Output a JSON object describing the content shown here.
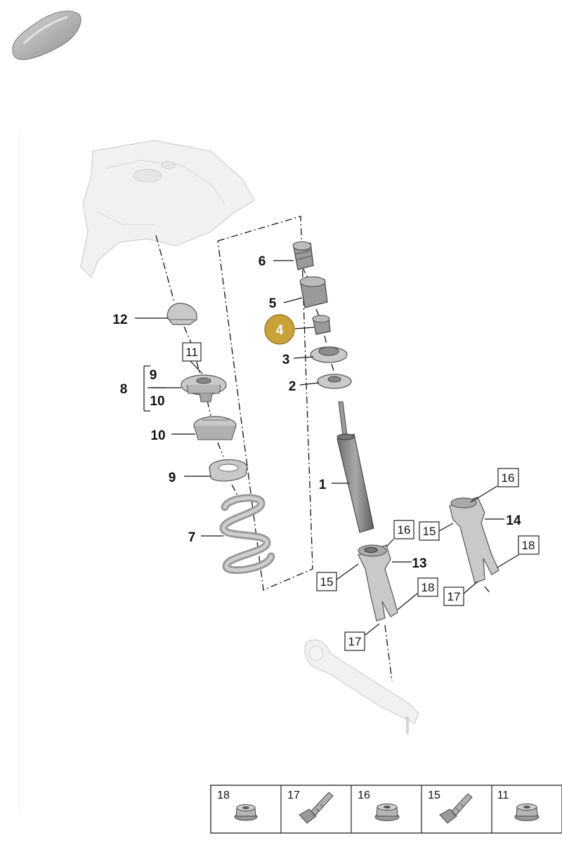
{
  "diagram": {
    "callouts": {
      "c1": "1",
      "c2": "2",
      "c3": "3",
      "c4": "4",
      "c5": "5",
      "c6": "6",
      "c7": "7",
      "c8": "8",
      "c9a": "9",
      "c9b": "9",
      "c10a": "10",
      "c10b": "10",
      "c12": "12",
      "c13": "13",
      "c14": "14"
    },
    "boxed": {
      "b11": "11",
      "b15a": "15",
      "b15b": "15",
      "b16a": "16",
      "b16b": "16",
      "b17a": "17",
      "b17b": "17",
      "b18a": "18",
      "b18b": "18"
    },
    "highlight": {
      "number": "4",
      "color": "#c9a33a"
    },
    "fastener_table": [
      {
        "number": "18",
        "icon": "flange-nut-icon"
      },
      {
        "number": "17",
        "icon": "bolt-icon"
      },
      {
        "number": "16",
        "icon": "flange-nut-icon"
      },
      {
        "number": "15",
        "icon": "bolt-icon"
      },
      {
        "number": "11",
        "icon": "flange-nut-icon"
      }
    ]
  }
}
